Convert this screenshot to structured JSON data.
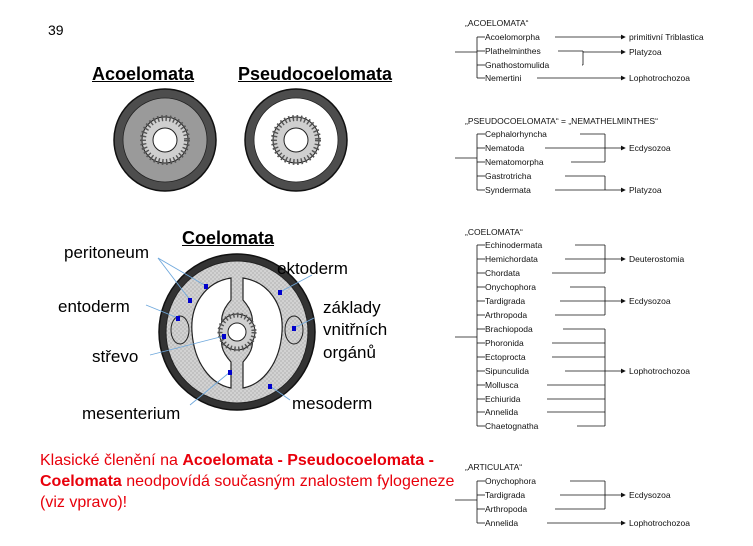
{
  "page_number": "39",
  "left": {
    "heading_acoelomata": "Acoelomata",
    "heading_pseudocoelomata": "Pseudocoelomata",
    "heading_coelomata": "Coelomata",
    "labels": {
      "peritoneum": "peritoneum",
      "ektoderm": "ektoderm",
      "entoderm": "entoderm",
      "zaklady_1": "základy",
      "zaklady_2": "vnitřních",
      "zaklady_3": "orgánů",
      "strevo": "střevo",
      "mesoderm": "mesoderm",
      "mesenterium": "mesenterium"
    },
    "caption": {
      "t1": "Klasické členění na ",
      "b1": "Acoelomata - Pseudocoelomata - Coelomata",
      "t2": " neodpovídá současným znalostem fylogeneze (viz vpravo)!"
    }
  },
  "phylogeny": {
    "acoelomata": {
      "title": "„ACOELOMATA“",
      "taxa": [
        "Acoelomorpha",
        "Plathelminthes",
        "Gnathostomulida",
        "Nemertini"
      ],
      "targets": [
        "primitivní Triblastica",
        "Platyzoa",
        "Lophotrochozoa"
      ]
    },
    "pseudocoelomata": {
      "title": "„PSEUDOCOELOMATA“ = „NEMATHELMINTHES“",
      "taxa": [
        "Cephalorhyncha",
        "Nematoda",
        "Nematomorpha",
        "Gastrotricha",
        "Syndermata"
      ],
      "targets": [
        "Ecdysozoa",
        "Platyzoa"
      ]
    },
    "coelomata": {
      "title": "„COELOMATA“",
      "taxa": [
        "Echinodermata",
        "Hemichordata",
        "Chordata",
        "Onychophora",
        "Tardigrada",
        "Arthropoda",
        "Brachiopoda",
        "Phoronida",
        "Ectoprocta",
        "Sipunculida",
        "Mollusca",
        "Echiurida",
        "Annelida",
        "Chaetognatha"
      ],
      "targets": [
        "Deuterostomia",
        "Ecdysozoa",
        "Lophotrochozoa"
      ]
    },
    "articulata": {
      "title": "„ARTICULATA“",
      "taxa": [
        "Onychophora",
        "Tardigrada",
        "Arthropoda",
        "Annelida"
      ],
      "targets": [
        "Ecdysozoa",
        "Lophotrochozoa"
      ]
    }
  }
}
